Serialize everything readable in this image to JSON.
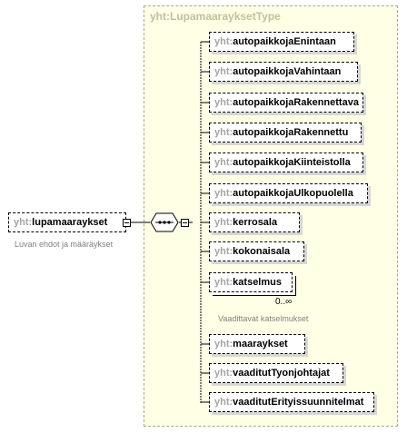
{
  "type_name": "yht:LupamaarayksetType",
  "root": {
    "prefix": "yht:",
    "name": "lupamaaraykset",
    "annotation": "Luvan ehdot ja määräykset"
  },
  "children": [
    {
      "prefix": "yht:",
      "name": "autopaikkojaEnintaan"
    },
    {
      "prefix": "yht:",
      "name": "autopaikkojaVahintaan"
    },
    {
      "prefix": "yht:",
      "name": "autopaikkojaRakennettava"
    },
    {
      "prefix": "yht:",
      "name": "autopaikkojaRakennettu"
    },
    {
      "prefix": "yht:",
      "name": "autopaikkojaKiinteistolla"
    },
    {
      "prefix": "yht:",
      "name": "autopaikkojaUlkopuolella"
    },
    {
      "prefix": "yht:",
      "name": "kerrosala"
    },
    {
      "prefix": "yht:",
      "name": "kokonaisala"
    },
    {
      "prefix": "yht:",
      "name": "katselmus",
      "occurrence": "0..∞",
      "annotation": "Vaadittavat katselmukset"
    },
    {
      "prefix": "yht:",
      "name": "maaraykset"
    },
    {
      "prefix": "yht:",
      "name": "vaaditutTyonjohtajat"
    },
    {
      "prefix": "yht:",
      "name": "vaaditutErityissuunnitelmat"
    }
  ]
}
